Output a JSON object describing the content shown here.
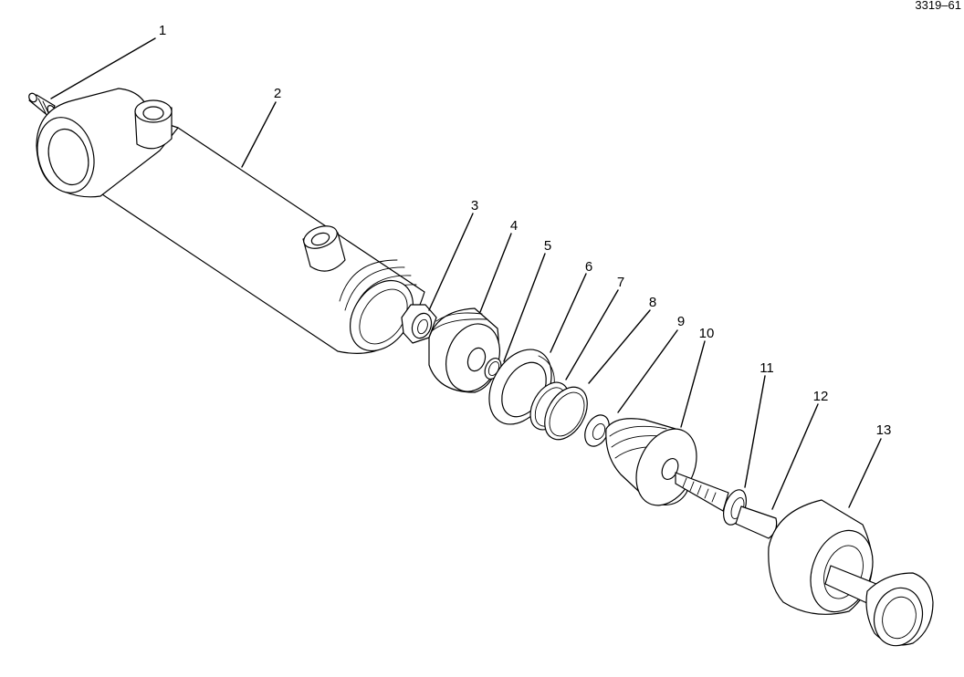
{
  "figure_id": "3319–61",
  "callouts": [
    "1",
    "2",
    "3",
    "4",
    "5",
    "6",
    "7",
    "8",
    "9",
    "10",
    "11",
    "12",
    "13"
  ],
  "colors": {
    "line": "#000000",
    "background": "#ffffff"
  }
}
